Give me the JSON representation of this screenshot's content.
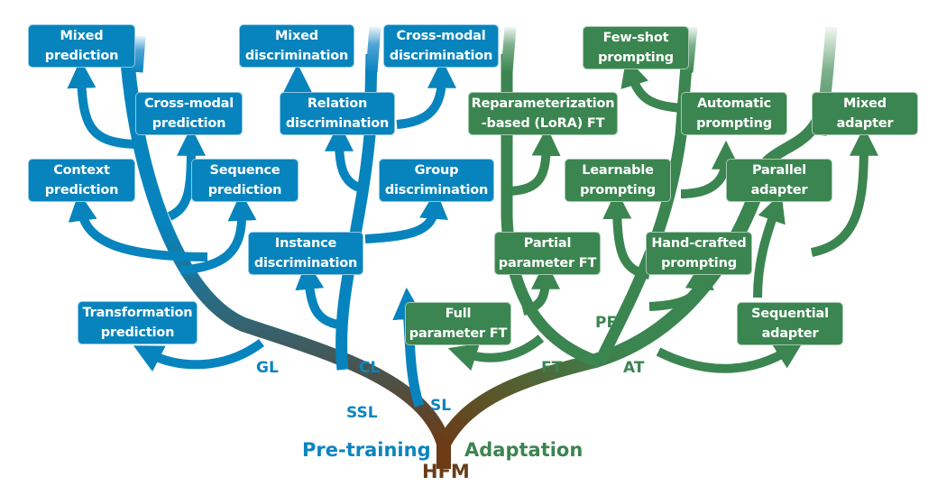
{
  "colors": {
    "pretraining": "#0784bd",
    "adaptation": "#3b8550",
    "root": "#6b3c16"
  },
  "root": {
    "label": "HFM"
  },
  "branches": {
    "pretraining": {
      "label": "Pre-training"
    },
    "adaptation": {
      "label": "Adaptation"
    }
  },
  "sub_branches": {
    "ssl": "SSL",
    "sl": "SL",
    "gl": "GL",
    "cl": "CL",
    "ft": "FT",
    "pe": "PE",
    "at": "AT"
  },
  "nodes": {
    "mixed_prediction": "Mixed\nprediction",
    "cross_modal_prediction": "Cross-modal\nprediction",
    "context_prediction": "Context\nprediction",
    "sequence_prediction": "Sequence\nprediction",
    "transformation_prediction": "Transformation\nprediction",
    "mixed_discrimination": "Mixed\ndiscrimination",
    "cross_modal_discrimination": "Cross-modal\ndiscrimination",
    "relation_discrimination": "Relation\ndiscrimination",
    "group_discrimination": "Group\ndiscrimination",
    "instance_discrimination": "Instance\ndiscrimination",
    "full_parameter_ft": "Full\nparameter FT",
    "partial_parameter_ft": "Partial\nparameter FT",
    "lora_ft": "Reparameterization\n-based (LoRA) FT",
    "few_shot_prompting": "Few-shot\nprompting",
    "automatic_prompting": "Automatic\nprompting",
    "learnable_prompting": "Learnable\nprompting",
    "hand_crafted_prompting": "Hand-crafted\nprompting",
    "mixed_adapter": "Mixed\nadapter",
    "parallel_adapter": "Parallel\nadapter",
    "sequential_adapter": "Sequential\nadapter"
  }
}
